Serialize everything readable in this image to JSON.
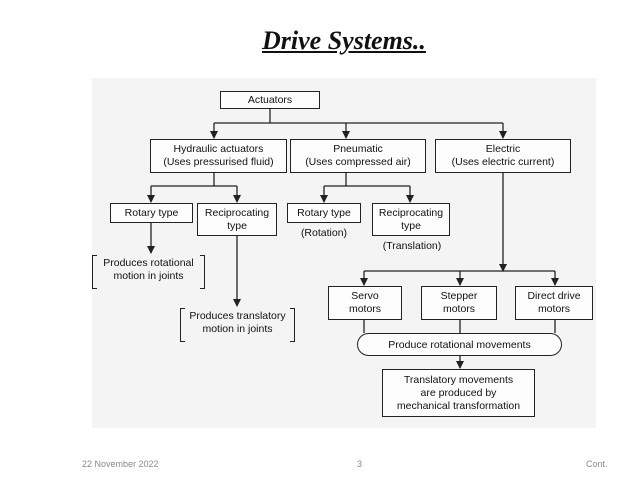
{
  "title": "Drive Systems..",
  "diagram": {
    "actuators": "Actuators",
    "hydraulic": {
      "line1": "Hydraulic actuators",
      "line2": "(Uses pressurised fluid)"
    },
    "pneumatic": {
      "line1": "Pneumatic",
      "line2": "(Uses compressed air)"
    },
    "electric": {
      "line1": "Electric",
      "line2": "(Uses electric current)"
    },
    "h_rotary": "Rotary type",
    "h_recip": {
      "line1": "Reciprocating",
      "line2": "type"
    },
    "h_rotary_note": {
      "line1": "Produces rotational",
      "line2": "motion in joints"
    },
    "h_recip_note": {
      "line1": "Produces translatory",
      "line2": "motion in joints"
    },
    "p_rotary": "Rotary type",
    "p_rotary_note": "(Rotation)",
    "p_recip": {
      "line1": "Reciprocating",
      "line2": "type"
    },
    "p_recip_note": "(Translation)",
    "servo": {
      "line1": "Servo",
      "line2": "motors"
    },
    "stepper": {
      "line1": "Stepper",
      "line2": "motors"
    },
    "direct": {
      "line1": "Direct drive",
      "line2": "motors"
    },
    "produce_rot": "Produce rotational movements",
    "translatory": {
      "line1": "Translatory movements",
      "line2": "are produced by",
      "line3": "mechanical transformation"
    }
  },
  "footer": {
    "date": "22 November 2022",
    "page": "3",
    "cont": "Cont."
  }
}
